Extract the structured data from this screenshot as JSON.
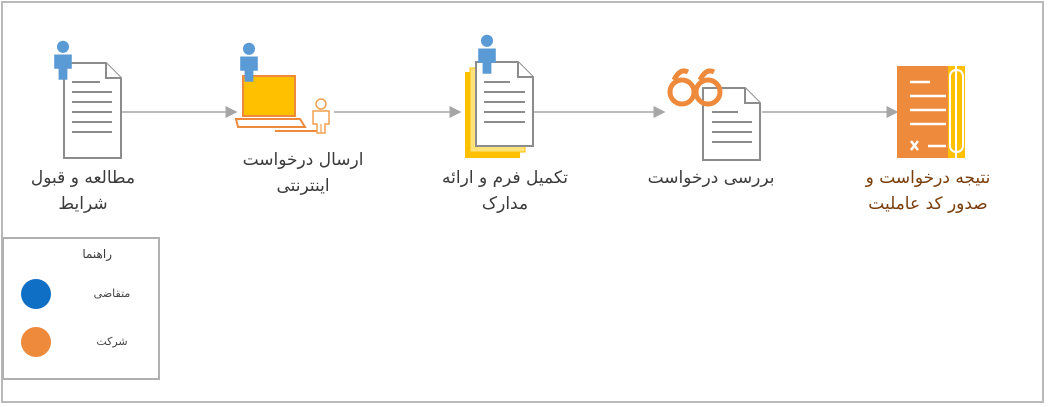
{
  "steps": [
    {
      "label_lines": [
        "مطالعه  و قبول",
        "شرایط"
      ],
      "icon": "document-with-user-icon",
      "color": "#3c3c3c"
    },
    {
      "label_lines": [
        "ارسال درخواست",
        "اینترنتی"
      ],
      "icon": "laptop-with-users-icon",
      "color": "#3c3c3c"
    },
    {
      "label_lines": [
        "تکمیل فرم و ارائه",
        "مدارک"
      ],
      "icon": "stacked-documents-with-user-icon",
      "color": "#3c3c3c"
    },
    {
      "label_lines": [
        "بررسی درخواست"
      ],
      "icon": "glasses-document-icon",
      "color": "#3c3c3c"
    },
    {
      "label_lines": [
        "نتیجه درخواست و",
        "صدور کد عاملیت"
      ],
      "icon": "certificate-icon",
      "color": "#7a3e0c"
    }
  ],
  "legend": {
    "title": "راهنما",
    "items": [
      {
        "label": "متقاضی",
        "color": "#0f6fc4"
      },
      {
        "label": "شرکت",
        "color": "#ee8a3c"
      }
    ]
  },
  "colors": {
    "applicant": "#5b9bd5",
    "company": "#f0a050",
    "arrow": "#a6a6a6"
  }
}
